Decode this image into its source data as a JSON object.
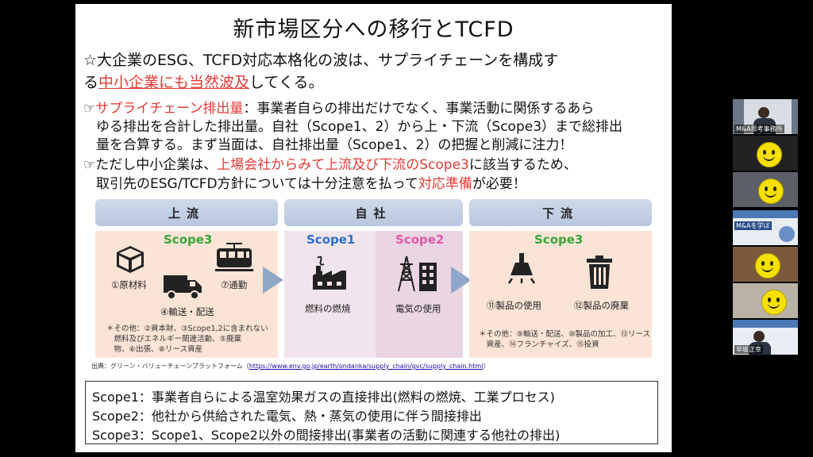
{
  "slide": {
    "title": "新市場区分への移行とTCFD",
    "intro_line1": "☆大企業のESG、TCFD対応本格化の波は、サプライチェーンを構成す",
    "intro_line2_pre": "る",
    "intro_line2_red": "中小企業にも当然波及",
    "intro_line2_post": "してくる。",
    "b1_icon": "☞",
    "b1_red": "サプライチェーン排出量",
    "b1_line1_rest": "：事業者自らの排出だけでなく、事業活動に関係するあら",
    "b1_line2": "ゆる排出を合計した排出量。自社（Scope1、2）から上・下流（Scope3）まで総排出",
    "b1_line3": "量を合算する。まず当面は、自社排出量（Scope1、2）の把握と削減に注力！",
    "b2_icon": "☞",
    "b2_pre": "ただし中小企業は、",
    "b2_red": "上場会社からみて上流及び下流のScope3",
    "b2_post": "に該当するため、",
    "b2_line2_pre": "取引先のESG/TCFD方針については十分注意を払って",
    "b2_line2_red": "対応準備",
    "b2_line2_post": "が必要！"
  },
  "flow": {
    "upstream": {
      "header": "上流",
      "scope": "Scope3",
      "items": [
        "①原材料",
        "⑦通勤",
        "④輸送・配送"
      ],
      "note_line1": "＊その他：②資本財、③Scope1,2に含まれない",
      "note_line2": "　燃料及びエネルギー関連活動、⑤廃棄",
      "note_line3": "　物、⑥出張、⑧リース資産"
    },
    "company": {
      "header": "自社",
      "scope1": "Scope1",
      "scope2": "Scope2",
      "item1": "燃料の燃焼",
      "item2": "電気の使用"
    },
    "downstream": {
      "header": "下流",
      "scope": "Scope3",
      "items": [
        "⑪製品の使用",
        "⑫製品の廃棄"
      ],
      "note_line1": "＊その他：⑨輸送・配送、⑩製品の加工、⑬リース",
      "note_line2": "　資産、⑭フランチャイズ、⑮投資"
    }
  },
  "source": {
    "prefix": "出典：グリーン・バリューチェーンプラットフォーム（",
    "url": "https://www.env.go.jp/earth/ondanka/supply_chain/gvc/supply_chain.html",
    "suffix": "）"
  },
  "definitions": [
    "Scope1：事業者自らによる温室効果ガスの直接排出(燃料の燃焼、工業プロセス)",
    "Scope2：他社から供給された電気、熱・蒸気の使用に伴う間接排出",
    "Scope3：Scope1、Scope2以外の間接排出(事業者の活動に関連する他社の排出)"
  ],
  "participants": {
    "p1_label": "M&A思考事務所",
    "p4_label": "M&Aを学ぼ",
    "p7_label": "早坂正幸"
  },
  "colors": {
    "accent_red": "#e53935",
    "scope_green": "#3aa53a",
    "scope_blue": "#2f6fc4",
    "scope_pink": "#e05aa8",
    "flow_arrow": "#8fa7c8"
  }
}
